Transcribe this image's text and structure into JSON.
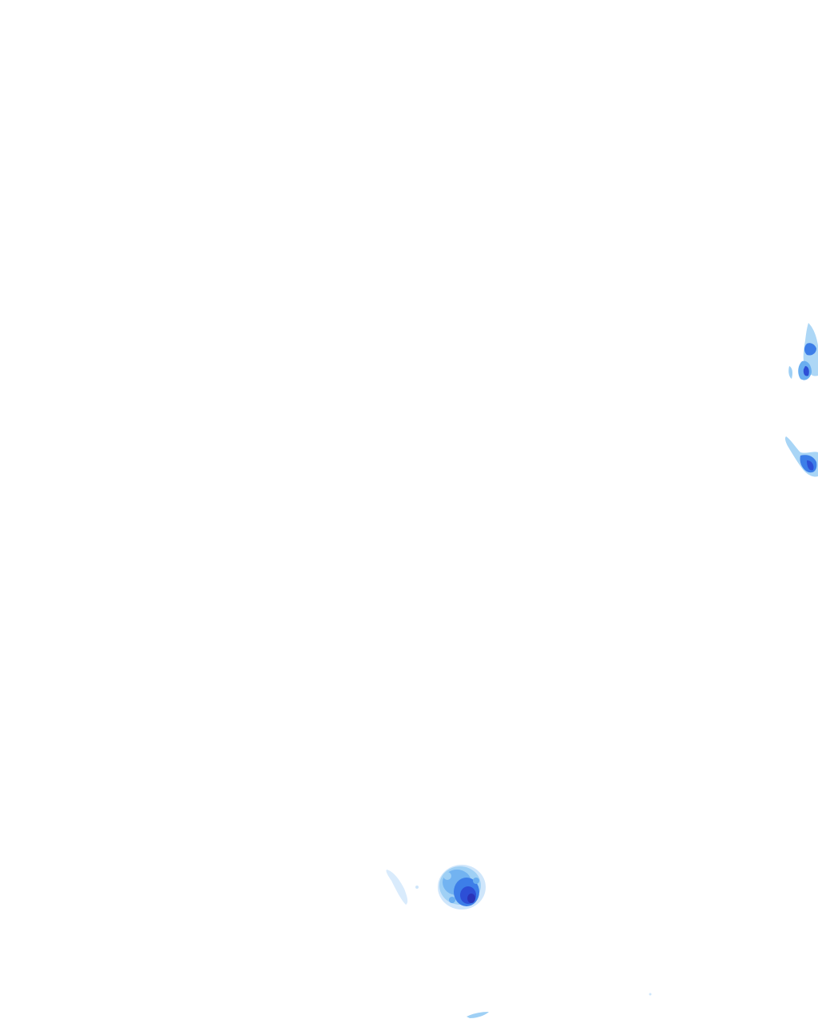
{
  "map": {
    "background_color": "#ffffff",
    "palette": {
      "very_light": "#cfe6fb",
      "light": "#9fd0f5",
      "medium_light": "#6aaef0",
      "medium": "#3d7ee8",
      "strong": "#2d4fd6",
      "heavy": "#2a33b8"
    },
    "echoes": [
      {
        "name": "echo-east-edge-upper",
        "intensity": "medium"
      },
      {
        "name": "echo-east-edge-lower",
        "intensity": "strong"
      },
      {
        "name": "echo-south-cell",
        "intensity": "heavy"
      },
      {
        "name": "echo-south-trace",
        "intensity": "very_light"
      },
      {
        "name": "echo-bottom-trace",
        "intensity": "light"
      }
    ]
  }
}
